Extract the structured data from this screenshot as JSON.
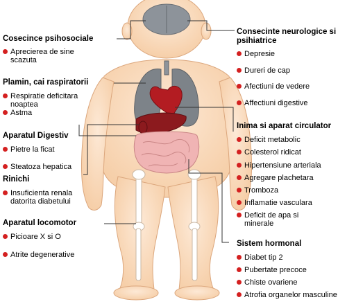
{
  "colors": {
    "bullet": "#d42020",
    "line": "#333333",
    "skin": "#fbdfc4",
    "skin_outline": "#dba67c",
    "lung": "#7d8389",
    "heart": "#b31c22",
    "liver": "#8c1a1e",
    "intestine": "#f0b4b4",
    "bone": "#ffffff",
    "brain": "#8d939a"
  },
  "left": {
    "psychosocial": {
      "heading": "Cosecince psihosociale",
      "items": [
        "Aprecierea de sine scazuta"
      ]
    },
    "lungs": {
      "heading": "Plamin, cai raspiratorii",
      "items": [
        "Respiratie deficitara noaptea",
        "Astma"
      ]
    },
    "digestive": {
      "heading": "Aparatul Digestiv",
      "items": [
        "Pietre la ficat",
        "Steatoza hepatica"
      ]
    },
    "kidneys": {
      "heading": "Rinichi",
      "items": [
        "Insuficienta renala datorita diabetului"
      ]
    },
    "locomotor": {
      "heading": "Aparatul locomotor",
      "items": [
        "Picioare X si O",
        "Atrite degenerative"
      ]
    }
  },
  "right": {
    "neuro": {
      "heading": "Consecinte neurologice si psihiatrice",
      "items": [
        "Depresie",
        "Dureri de cap",
        "Afectiuni de vedere",
        "Affectiuni digestive"
      ]
    },
    "heart": {
      "heading": "Inima si aparat circulator",
      "items": [
        "Deficit metabolic",
        "Colesterol ridicat",
        "Hipertensiune arteriala",
        "Agregare plachetara",
        "Tromboza",
        "Inflamatie vasculara",
        "Deficit de apa si minerale"
      ]
    },
    "hormonal": {
      "heading": "Sistem hormonal",
      "items": [
        "Diabet tip 2",
        "Pubertate precoce",
        "Chiste ovariene",
        "Atrofia organelor masculine"
      ]
    }
  }
}
